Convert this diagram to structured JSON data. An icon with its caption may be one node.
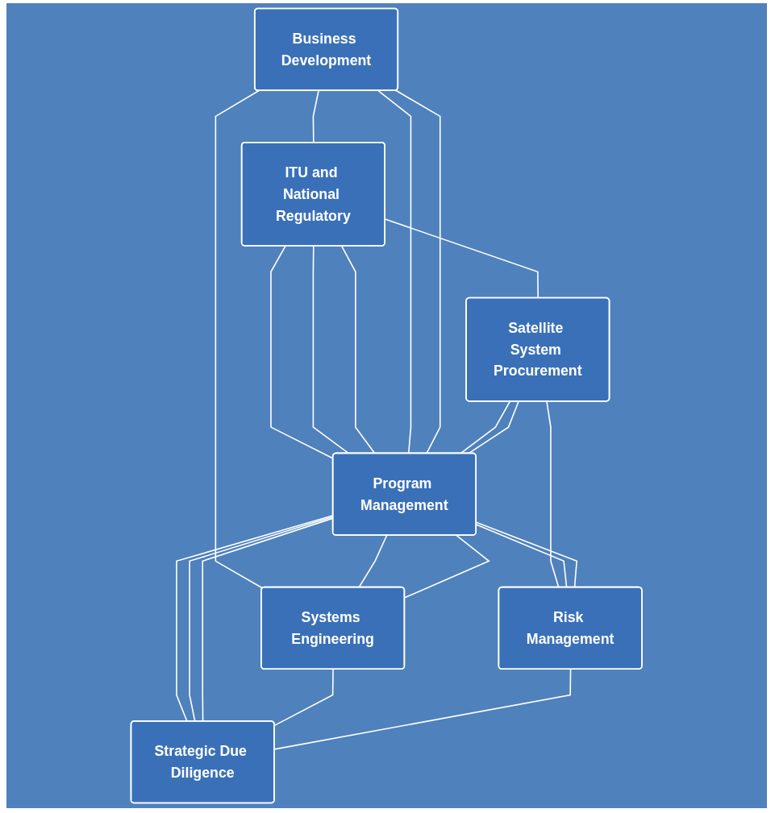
{
  "diagram": {
    "nodes": [
      {
        "text": [
          "ITU and National Regulatory"
        ]
      },
      {
        "text": [
          "Business Development"
        ]
      },
      {
        "text": [
          "Satellite System Procurement"
        ]
      },
      {
        "text": [
          "Program Management"
        ]
      },
      {
        "text": [
          "Systems Engineering"
        ]
      },
      {
        "text": [
          "Risk Management"
        ]
      },
      {
        "text": [
          "Strategic Due Diligence"
        ]
      }
    ],
    "edges": [
      {
        "from": 1,
        "to": 0,
        "arrow": "none"
      },
      {
        "from": 0,
        "to": 2,
        "arrow": "none"
      },
      {
        "from": 0,
        "to": 3,
        "arrow": "none"
      },
      {
        "from": 0,
        "to": 3,
        "arrow": "none"
      },
      {
        "from": 0,
        "to": 3,
        "arrow": "none"
      },
      {
        "from": 1,
        "to": 3,
        "arrow": "none"
      },
      {
        "from": 1,
        "to": 3,
        "arrow": "none"
      },
      {
        "from": 2,
        "to": 3,
        "arrow": "none"
      },
      {
        "from": 2,
        "to": 3,
        "arrow": "none"
      },
      {
        "from": 1,
        "to": 4,
        "arrow": "none"
      },
      {
        "from": 2,
        "to": 5,
        "arrow": "none"
      },
      {
        "from": 3,
        "to": 4,
        "arrow": "none"
      },
      {
        "from": 3,
        "to": 4,
        "arrow": "none"
      },
      {
        "from": 3,
        "to": 5,
        "arrow": "none"
      },
      {
        "from": 3,
        "to": 5,
        "arrow": "none"
      },
      {
        "from": 3,
        "to": 6,
        "arrow": "none"
      },
      {
        "from": 3,
        "to": 6,
        "arrow": "none"
      },
      {
        "from": 3,
        "to": 6,
        "arrow": "none"
      },
      {
        "from": 4,
        "to": 6,
        "arrow": "none"
      },
      {
        "from": 5,
        "to": 6,
        "arrow": "none"
      }
    ]
  }
}
